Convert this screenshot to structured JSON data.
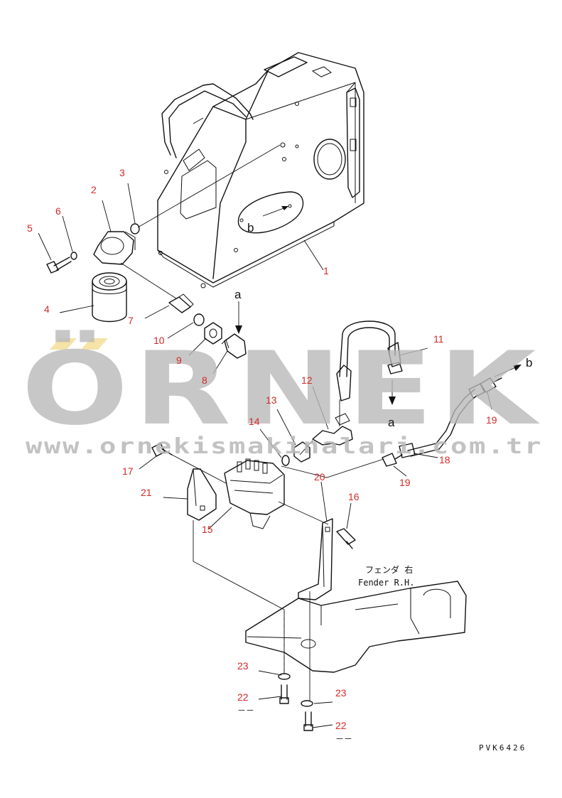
{
  "callouts": [
    {
      "id": "1",
      "label": "1"
    },
    {
      "id": "2",
      "label": "2"
    },
    {
      "id": "3",
      "label": "3"
    },
    {
      "id": "4",
      "label": "4"
    },
    {
      "id": "5",
      "label": "5"
    },
    {
      "id": "6",
      "label": "6"
    },
    {
      "id": "7",
      "label": "7"
    },
    {
      "id": "8",
      "label": "8"
    },
    {
      "id": "9",
      "label": "9"
    },
    {
      "id": "10",
      "label": "10"
    },
    {
      "id": "11",
      "label": "11"
    },
    {
      "id": "12",
      "label": "12"
    },
    {
      "id": "13",
      "label": "13"
    },
    {
      "id": "14",
      "label": "14"
    },
    {
      "id": "15",
      "label": "15"
    },
    {
      "id": "16",
      "label": "16"
    },
    {
      "id": "17",
      "label": "17"
    },
    {
      "id": "18",
      "label": "18"
    },
    {
      "id": "19a",
      "label": "19"
    },
    {
      "id": "19b",
      "label": "19"
    },
    {
      "id": "20",
      "label": "20"
    },
    {
      "id": "21",
      "label": "21"
    },
    {
      "id": "22a",
      "label": "22"
    },
    {
      "id": "22b",
      "label": "22"
    },
    {
      "id": "23a",
      "label": "23"
    },
    {
      "id": "23b",
      "label": "23"
    }
  ],
  "markers": {
    "a_top": "a",
    "a_bottom": "a",
    "b_tank": "b",
    "b_hose": "b"
  },
  "notes": {
    "fender_jp": "フェンダ 右",
    "fender_en": "Fender R.H.",
    "dash_mark": "－－"
  },
  "drawing_code": "PVK6426",
  "watermark": {
    "brand": "ÖRNEK",
    "url": "www.ornekismakinalari.com.tr"
  },
  "colors": {
    "callout": "#d42a2a",
    "line": "#111111",
    "watermark": "#b8b8b8",
    "watermark_accent": "#f2d98a"
  }
}
